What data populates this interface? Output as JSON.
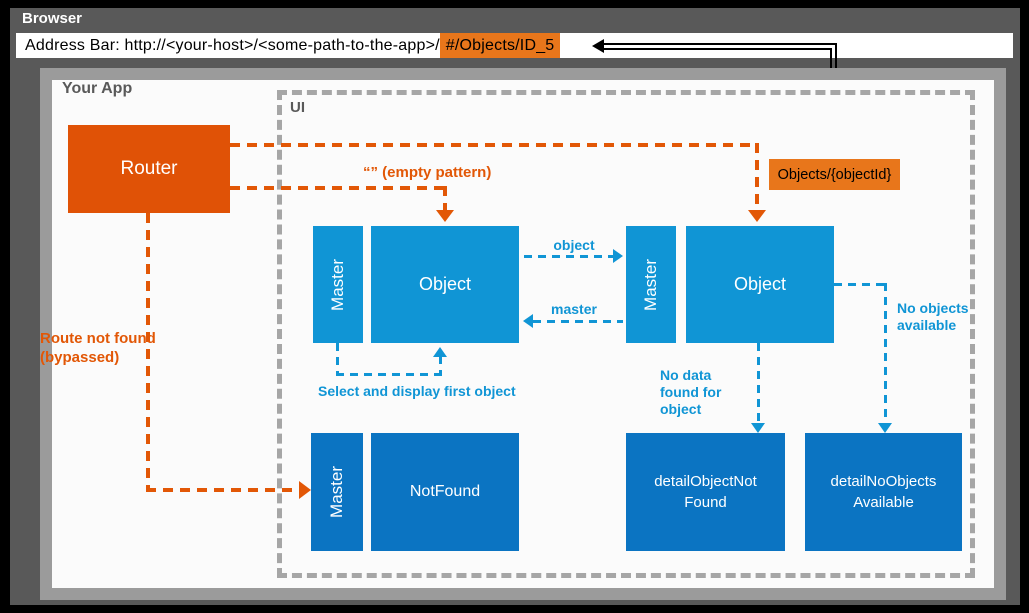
{
  "browser": {
    "title": "Browser",
    "address_label": "Address Bar: http://<your-host>/<some-path-to-the-app>/",
    "address_highlight": "#/Objects/ID_5"
  },
  "app": {
    "title": "Your App",
    "router": "Router",
    "route_not_found": "Route not found (bypassed)"
  },
  "ui": {
    "title": "UI",
    "pattern_badge": "Objects/{objectId}",
    "empty_pattern": "“” (empty pattern)"
  },
  "views": {
    "master": "Master",
    "object": "Object",
    "notfound": "NotFound",
    "detail_object_notfound_line1": "detailObjectNot",
    "detail_object_notfound_line2": "Found",
    "detail_no_objects_line1": "detailNoObjects",
    "detail_no_objects_line2": "Available"
  },
  "labels": {
    "object_edge": "object",
    "master_edge": "master",
    "select_first": "Select and display first object",
    "no_data": "No data found for object",
    "no_objects": "No objects available"
  },
  "colors": {
    "router_orange": "#E05206",
    "highlight_orange": "#E8761B",
    "arrow_orange": "#E25706",
    "top_blue": "#1095D5",
    "bottom_blue": "#0B74C2",
    "frame_gray": "#595959",
    "border_gray": "#9B9B9B"
  }
}
